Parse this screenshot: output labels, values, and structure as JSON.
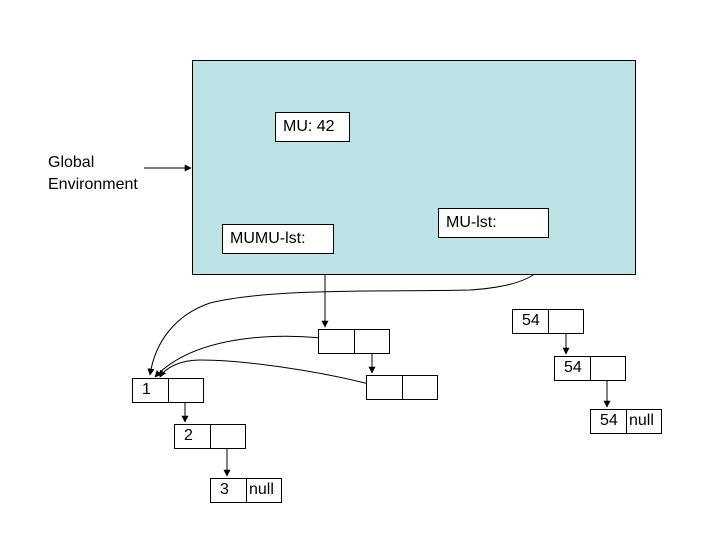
{
  "environment": {
    "label": "Global\nEnvironment",
    "fill_color": "#bde2e6",
    "bindings": {
      "mu": "MU: 42",
      "mumu_lst": "MUMU-lst:",
      "mu_lst": "MU-lst:"
    }
  },
  "lists": {
    "numbers": [
      {
        "value": "1",
        "cdr": ""
      },
      {
        "value": "2",
        "cdr": ""
      },
      {
        "value": "3",
        "cdr": "null"
      }
    ],
    "mumu": [
      {
        "value": "",
        "cdr": ""
      },
      {
        "value": "",
        "cdr": ""
      }
    ],
    "fifty_fours": [
      {
        "value": "54",
        "cdr": ""
      },
      {
        "value": "54",
        "cdr": ""
      },
      {
        "value": "54",
        "cdr": "null"
      }
    ]
  }
}
